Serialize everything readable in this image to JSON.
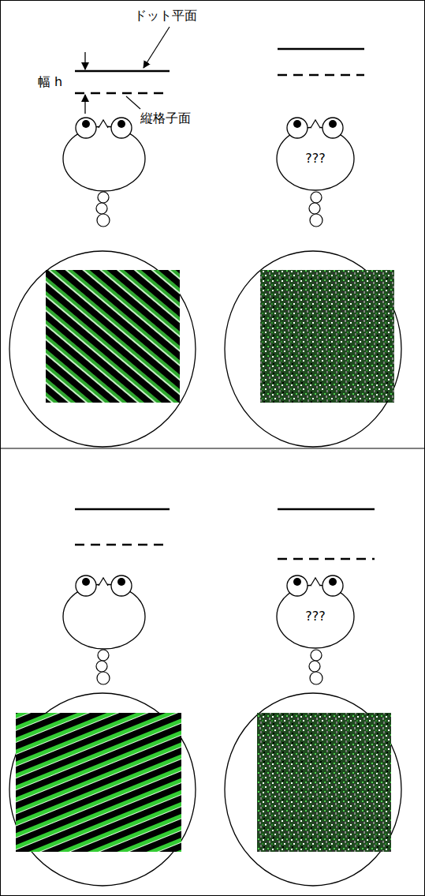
{
  "diagram": {
    "nodes": [
      {
        "text": [
          "???"
        ]
      },
      {
        "text": [
          "???"
        ]
      }
    ],
    "labels": [
      "ドット平面",
      "幅 h",
      "縦格子面"
    ]
  }
}
